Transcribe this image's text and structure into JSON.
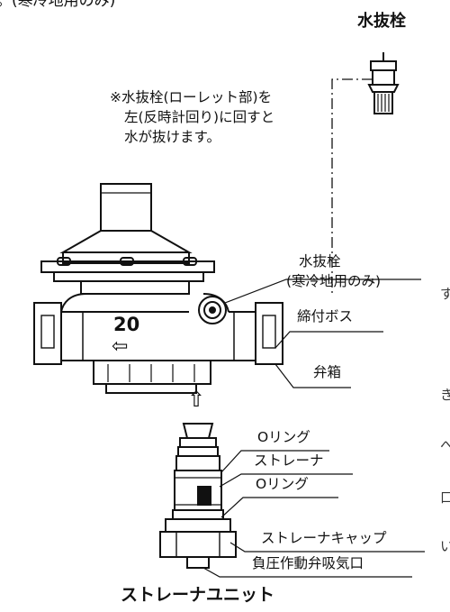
{
  "top_fragment": "。(寒冷地用のみ)",
  "drain_valve_title": "水抜栓",
  "note": {
    "line1": "※水抜栓(ローレット部)を",
    "line2": "左(反時計回り)に回すと",
    "line3": "水が抜けます。"
  },
  "body_marking": "20",
  "body_arrow": "⇦",
  "insert_arrow": "⇧",
  "labels": {
    "drain_valve": "水抜栓",
    "cold_region": "(寒冷地用のみ)",
    "tightening_boss": "締付ボス",
    "valve_box": "弁箱",
    "o_ring_1": "Oリング",
    "strainer": "ストレーナ",
    "o_ring_2": "Oリング",
    "strainer_cap": "ストレーナキャップ",
    "vacuum_breaker": "負圧作動弁吸気口"
  },
  "unit_title": "ストレーナユニット",
  "edge_fragments": [
    "す",
    "き",
    "へ",
    "口",
    "い"
  ]
}
